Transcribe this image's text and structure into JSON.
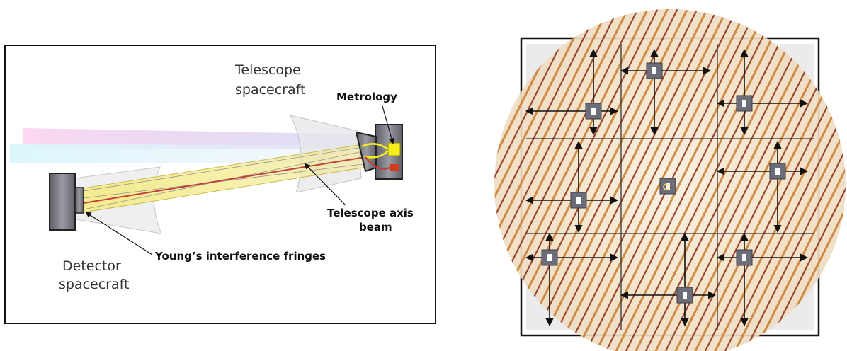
{
  "left_panel": {
    "labels": {
      "telescope_line1": "Telescope",
      "telescope_line2": "spacecraft",
      "metrology": "Metrology",
      "axis_line1": "Telescope axis",
      "axis_line2": "beam",
      "detector_line1": "Detector",
      "detector_line2": "spacecraft",
      "fringes": "Young’s interference fringes"
    }
  },
  "right_panel": {
    "grid": {
      "rows": 3,
      "cols": 3
    },
    "fringe_colors": [
      "#8b2a14",
      "#c8792e",
      "#e8b067"
    ]
  }
}
